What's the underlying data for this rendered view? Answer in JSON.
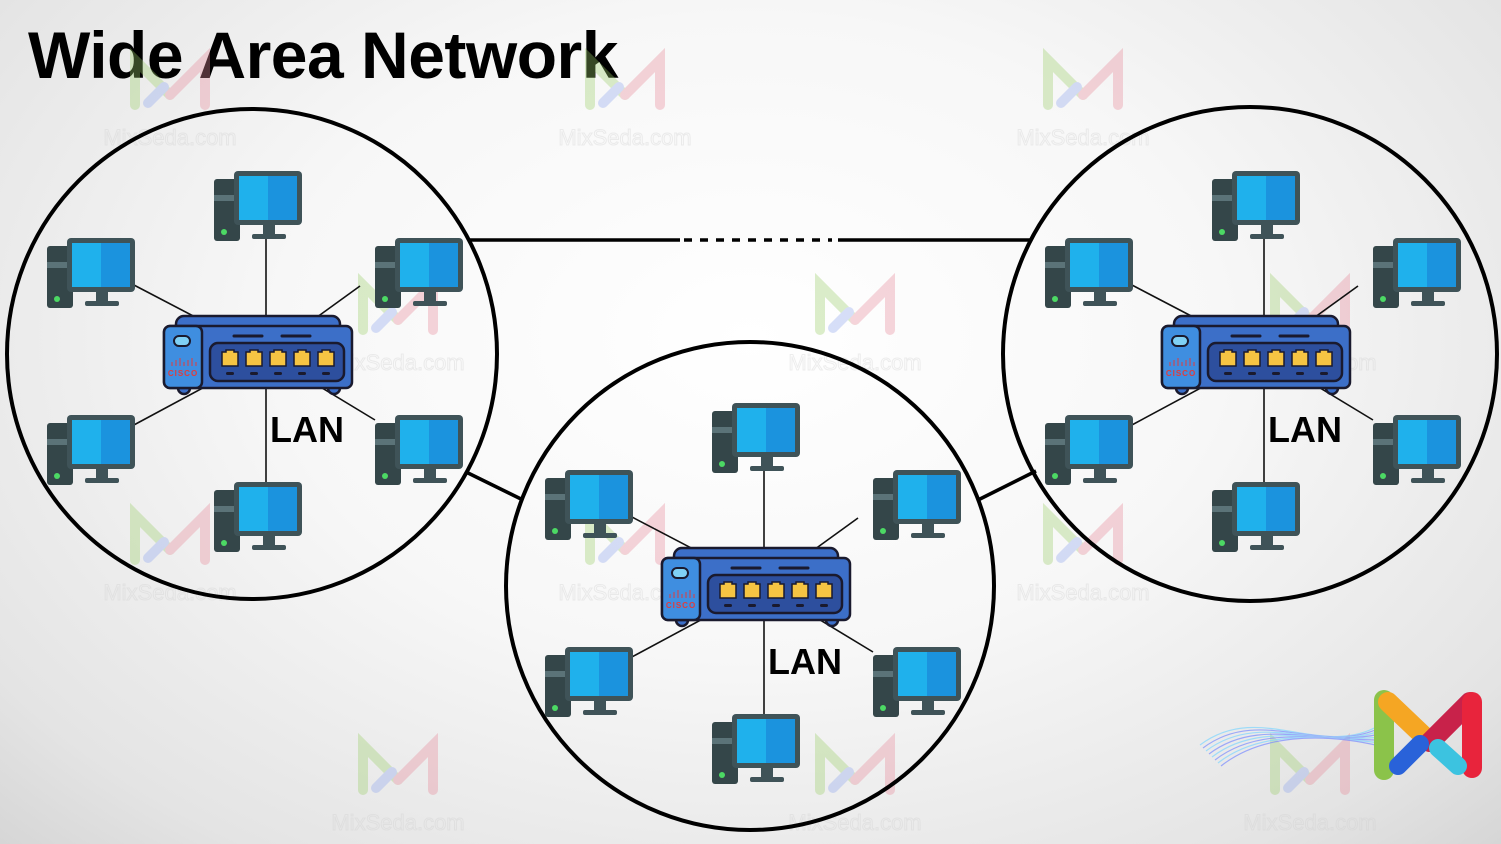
{
  "title": "Wide Area Network",
  "watermark": {
    "text": "MixSeda.com"
  },
  "colors": {
    "link": "#000000",
    "circle_stroke": "#000000",
    "monitor_screen_light": "#1fb1ec",
    "monitor_screen_dark": "#1b93de",
    "monitor_frame": "#3f5358",
    "tower": "#344649",
    "power_led": "#4cd964",
    "switch_body": "#3c6fc8",
    "switch_face": "#3f8ee0",
    "switch_port": "#f6c443",
    "brand_text": "#e03c3c"
  },
  "lans": [
    {
      "id": "lan-left",
      "label": "LAN",
      "switch_brand": "CISCO",
      "computers": 6
    },
    {
      "id": "lan-center",
      "label": "LAN",
      "switch_brand": "CISCO",
      "computers": 6
    },
    {
      "id": "lan-right",
      "label": "LAN",
      "switch_brand": "CISCO",
      "computers": 6
    }
  ],
  "wan_links": [
    {
      "from": "lan-left",
      "to": "lan-right",
      "style": "solid-dotted-solid"
    },
    {
      "from": "lan-left",
      "to": "lan-center",
      "style": "solid"
    },
    {
      "from": "lan-center",
      "to": "lan-right",
      "style": "solid"
    }
  ],
  "logo": {
    "name": "mixseda-logo",
    "colors": [
      "#8bc34a",
      "#f5a623",
      "#c8224a",
      "#2962d9",
      "#3cc3e0",
      "#e8243c"
    ]
  }
}
